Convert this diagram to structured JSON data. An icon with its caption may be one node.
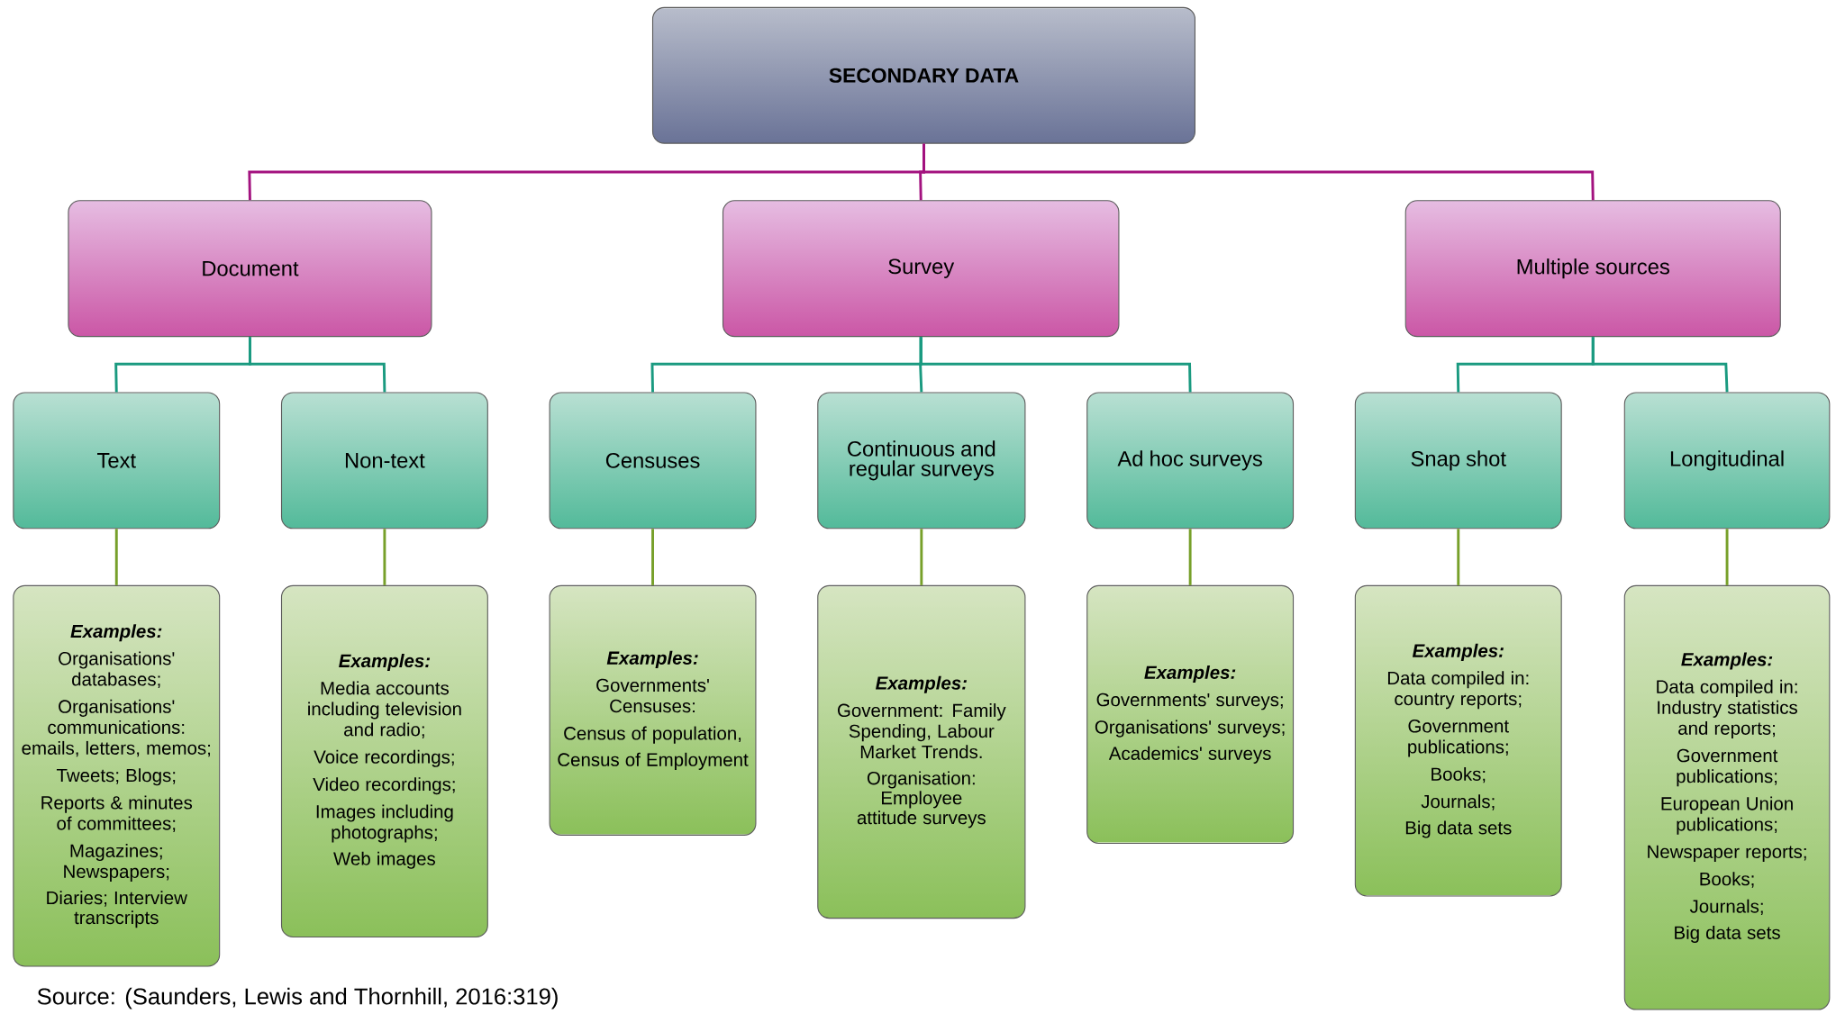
{
  "diagram": {
    "nodes": [
      {
        "text": [
          "SECONDARY DATA"
        ]
      },
      {
        "text": [
          "Document"
        ]
      },
      {
        "text": [
          "Survey"
        ]
      },
      {
        "text": [
          "Multiple sources"
        ]
      },
      {
        "text": [
          "Text"
        ]
      },
      {
        "text": [
          "Non-text"
        ]
      },
      {
        "text": [
          "Censuses"
        ]
      },
      {
        "text": [
          "Continuous and regular surveys"
        ]
      },
      {
        "text": [
          "Ad hoc surveys"
        ]
      },
      {
        "text": [
          "Snap shot"
        ]
      },
      {
        "text": [
          "Longitudinal"
        ]
      },
      {
        "text": [
          "Examples:",
          "Organisations' databases;",
          "Organisations' communications: emails, letters, memos;",
          "Tweets; Blogs;",
          "Reports & minutes of committees;",
          "Magazines; Newspapers;",
          "Diaries; Interview transcripts"
        ]
      },
      {
        "text": [
          "Examples:",
          "Media accounts including television and radio;",
          "Voice recordings;",
          "Video recordings;",
          "Images including photographs;",
          "Web images"
        ]
      },
      {
        "text": [
          "Examples:",
          "Governments' Censuses:",
          "Census of population,",
          "Census of Employment"
        ]
      },
      {
        "text": [
          "Examples:",
          "Government: Family Spending, Labour Market Trends.",
          "Organisation: Employee attitude surveys"
        ]
      },
      {
        "text": [
          "Examples:",
          "Governments' surveys;",
          "Organisations' surveys;",
          "Academics' surveys"
        ]
      },
      {
        "text": [
          "Examples:",
          "Data compiled in: country reports;",
          "Government publications;",
          "Books;",
          "Journals;",
          "Big data sets"
        ]
      },
      {
        "text": [
          "Examples:",
          "Data compiled in: Industry statistics and reports;",
          "Government publications;",
          "European Union publications;",
          "Newspaper reports;",
          "Books;",
          "Journals;",
          "Big data sets"
        ]
      }
    ],
    "edges": [
      {
        "from": 0,
        "to": 1,
        "arrow": "none",
        "color": "#a3127f"
      },
      {
        "from": 0,
        "to": 2,
        "arrow": "none",
        "color": "#a3127f"
      },
      {
        "from": 0,
        "to": 3,
        "arrow": "none",
        "color": "#a3127f"
      },
      {
        "from": 1,
        "to": 4,
        "arrow": "none",
        "color": "#1a9a80"
      },
      {
        "from": 1,
        "to": 5,
        "arrow": "none",
        "color": "#1a9a80"
      },
      {
        "from": 2,
        "to": 6,
        "arrow": "none",
        "color": "#1a9a80"
      },
      {
        "from": 2,
        "to": 7,
        "arrow": "none",
        "color": "#1a9a80"
      },
      {
        "from": 2,
        "to": 8,
        "arrow": "none",
        "color": "#1a9a80"
      },
      {
        "from": 3,
        "to": 9,
        "arrow": "none",
        "color": "#1a9a80"
      },
      {
        "from": 3,
        "to": 10,
        "arrow": "none",
        "color": "#1a9a80"
      },
      {
        "from": 4,
        "to": 11,
        "arrow": "none",
        "color": "#77a02a"
      },
      {
        "from": 5,
        "to": 12,
        "arrow": "none",
        "color": "#77a02a"
      },
      {
        "from": 6,
        "to": 13,
        "arrow": "none",
        "color": "#77a02a"
      },
      {
        "from": 7,
        "to": 14,
        "arrow": "none",
        "color": "#77a02a"
      },
      {
        "from": 8,
        "to": 15,
        "arrow": "none",
        "color": "#77a02a"
      },
      {
        "from": 9,
        "to": 16,
        "arrow": "none",
        "color": "#77a02a"
      },
      {
        "from": 10,
        "to": 17,
        "arrow": "none",
        "color": "#77a02a"
      }
    ],
    "labels": [
      "Source: (Saunders, Lewis and Thornhill, 2016:319)"
    ]
  }
}
